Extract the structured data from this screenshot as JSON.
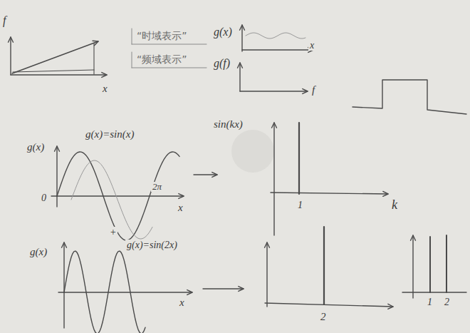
{
  "diagram": {
    "labels": [
      "f",
      "x",
      "“时域表示”",
      "g(x)",
      "x",
      "“频域表示”",
      "g(f)",
      "f",
      "g(x)",
      "g(x)=sin(x)",
      "0",
      "2π",
      "x",
      "sin(kx)",
      "1",
      "k",
      "+",
      "g(x)",
      "g(x)=sin(2x)",
      "x",
      "2",
      "1",
      "2"
    ]
  }
}
